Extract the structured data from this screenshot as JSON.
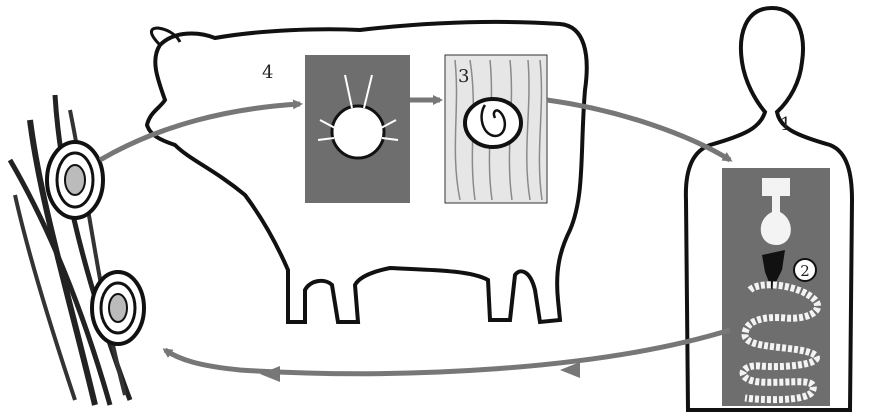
{
  "labels": {
    "host_definitive": "1",
    "adult_worm": "2",
    "cysticercus": "3",
    "oncosphere": "4"
  },
  "colors": {
    "panel": "#6e6e6e",
    "arrow": "#7a7a7a",
    "outline": "#111111"
  }
}
